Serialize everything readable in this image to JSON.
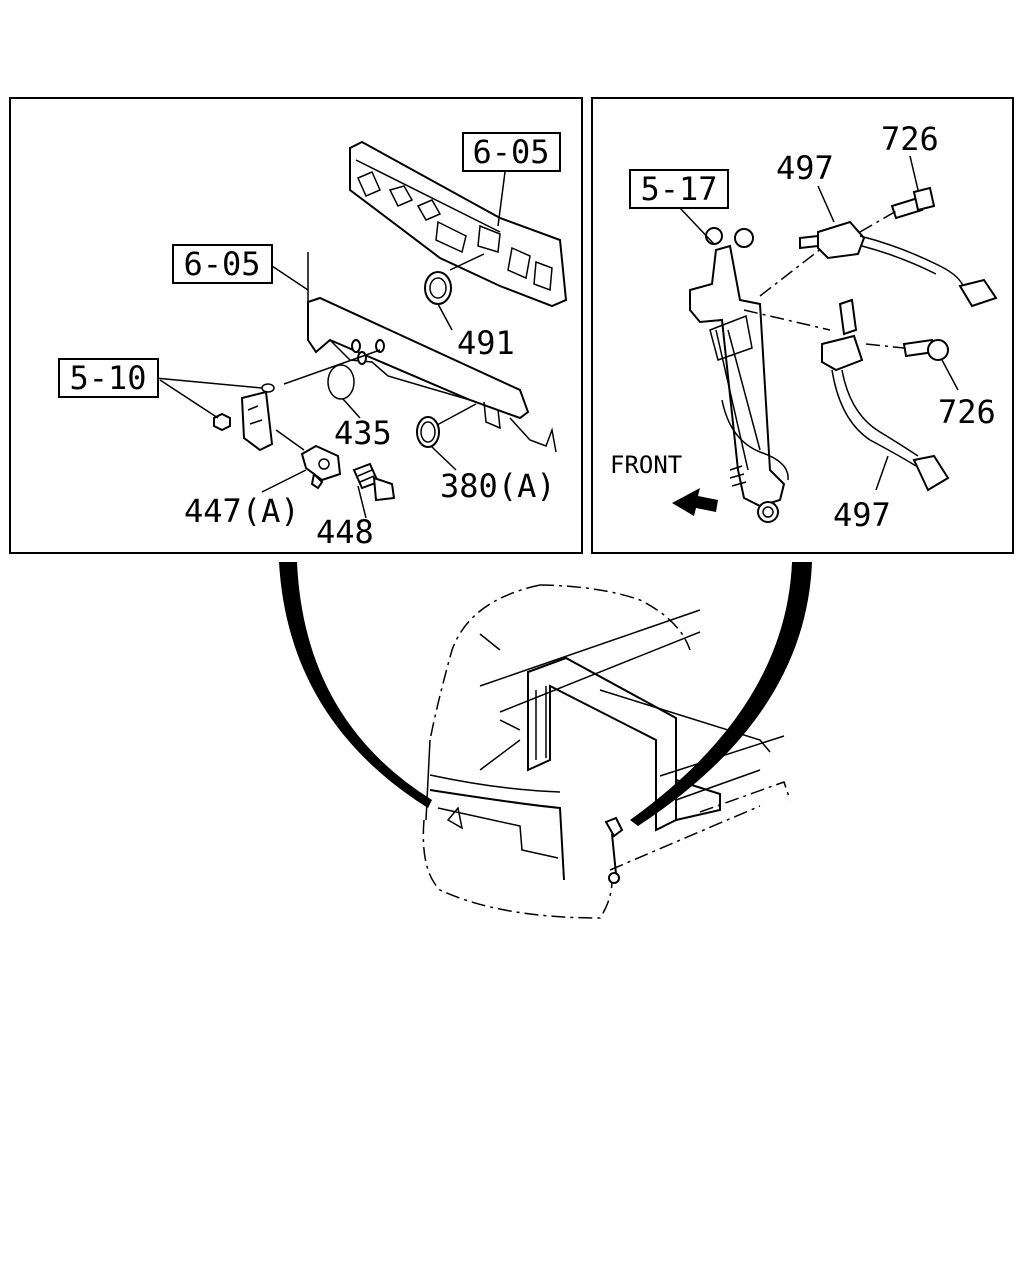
{
  "left_panel": {
    "ref_boxes": [
      "6-05",
      "6-05",
      "5-10"
    ],
    "labels": [
      "491",
      "435",
      "380(A)",
      "447(A)",
      "448"
    ]
  },
  "right_panel": {
    "ref_boxes": [
      "5-17"
    ],
    "labels": [
      "726",
      "497",
      "726",
      "497"
    ],
    "direction_label": "FRONT"
  }
}
